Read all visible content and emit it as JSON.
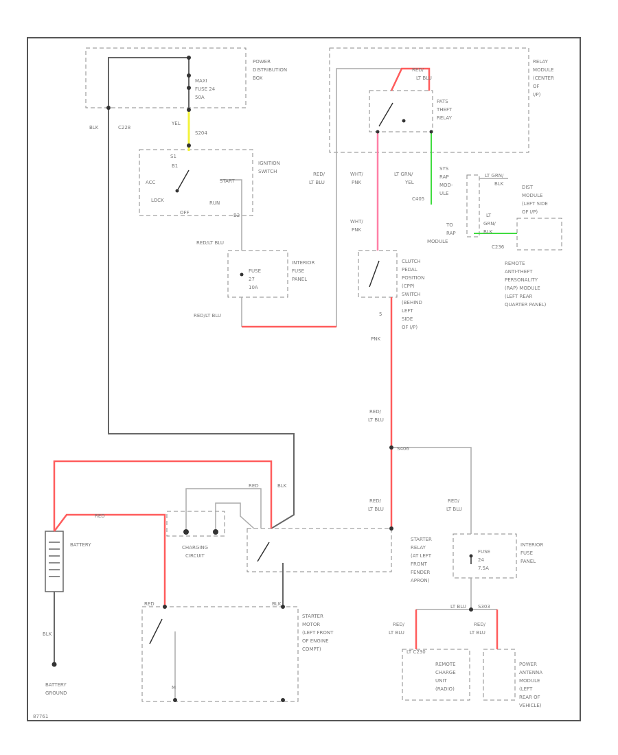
{
  "components": {
    "power_distribution_box": [
      "POWER",
      "DISTRIBUTION",
      "BOX"
    ],
    "maxi_fuse": [
      "MAXI",
      "FUSE 24",
      "50A"
    ],
    "relay_module": [
      "RELAY",
      "MODULE",
      "(CENTER",
      "OF",
      "I/P)"
    ],
    "pats_relay": [
      "PATS",
      "THEFT",
      "RELAY"
    ],
    "ignition_switch": [
      "IGNITION",
      "SWITCH"
    ],
    "interior_fuse_panel_1": [
      "INTERIOR",
      "FUSE",
      "PANEL"
    ],
    "fuse_27": [
      "FUSE",
      "27",
      "10A"
    ],
    "clutch_switch": [
      "CLUTCH",
      "PEDAL",
      "POSITION",
      "(CPP)",
      "SWITCH",
      "(BEHIND",
      "LEFT",
      "SIDE",
      "OF I/P)"
    ],
    "dist_module": [
      "DIST",
      "MODULE",
      "(LEFT SIDE",
      "OF I/P)"
    ],
    "remote_pats": [
      "REMOTE",
      "ANTI-THEFT",
      "PERSONALITY",
      "(RAP) MODULE",
      "(LEFT REAR",
      "QUARTER PANEL)"
    ],
    "battery": "BATTERY",
    "battery_ground": [
      "BATTERY",
      "GROUND"
    ],
    "charging_circuit": [
      "CHARGING",
      "CIRCUIT"
    ],
    "starter_relay": [
      "STARTER",
      "RELAY",
      "(AT LEFT",
      "FRONT",
      "FENDER",
      "APRON)"
    ],
    "interior_fuse_panel_2": [
      "INTERIOR",
      "FUSE",
      "PANEL"
    ],
    "fuse_24": [
      "FUSE",
      "24",
      "7.5A"
    ],
    "starter_motor": [
      "STARTER",
      "MOTOR",
      "(LEFT FRONT",
      "OF ENGINE",
      "COMPT)"
    ],
    "remote_charge": [
      "REMOTE",
      "CHARGE",
      "UNIT",
      "(RADIO)"
    ],
    "power_antenna": [
      "POWER",
      "ANTENNA",
      "MODULE",
      "(LEFT",
      "REAR OF",
      "VEHICLE)"
    ]
  },
  "switch_labels": {
    "acc": "ACC",
    "lock": "LOCK",
    "run": "RUN",
    "start": "START",
    "b1": "B1",
    "off": "OFF",
    "b2": "B2",
    "s1": "S1"
  },
  "wire_labels": {
    "blk_left": "BLK",
    "c228": "C228",
    "ylw": "YEL",
    "s204": "S204",
    "red_lt_blu_a": [
      "RED/",
      "LT BLU"
    ],
    "pats_pnk": [
      "WHT/",
      "PNK"
    ],
    "pats_pnk_2": [
      "WHT/",
      "PNK"
    ],
    "lt_grn_yel": [
      "LT GRN/",
      "YEL"
    ],
    "sys_module": [
      "SYS",
      "RAP",
      "MOD-",
      "ULE"
    ],
    "c405": "C405",
    "lt_grn_blk": [
      "LT GRN/",
      "BLK"
    ],
    "to_rap": [
      "TO",
      "RAP",
      "MODULE"
    ],
    "c236": "C236",
    "lt_grn_2": [
      "LT",
      "GRN/",
      "BLK"
    ],
    "red_lt_blu_b": "RED/LT BLU",
    "red_lt_blu_c": "RED/LT BLU",
    "red_top": [
      "RED/",
      "LT BLU"
    ],
    "pnk": "PNK",
    "red_lt_blu_d": [
      "RED/",
      "LT BLU"
    ],
    "s406": "S406",
    "red_lt_blu_e": [
      "RED/",
      "LT BLU"
    ],
    "red_lt_blu_f": [
      "RED/",
      "LT BLU"
    ],
    "red_relay": "RED",
    "blk_relay": "BLK",
    "red_batt": "RED",
    "blk_batt": "BLK",
    "red_motor": "RED",
    "blk_motor": "BLK",
    "lt_blu_bottom": "LT BLU",
    "s303": "S303",
    "red_lt_blu_g": [
      "RED/",
      "LT BLU"
    ],
    "red_lt_blu_h": [
      "RED/",
      "LT BLU"
    ],
    "c230": "LT C230",
    "five": "5",
    "m": "M",
    "id": "87761"
  }
}
